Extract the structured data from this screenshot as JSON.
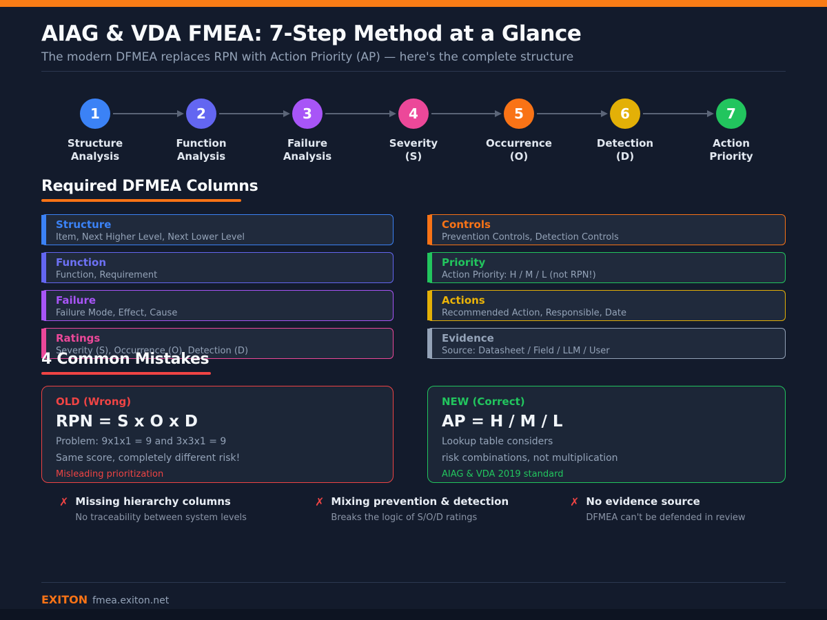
{
  "header": {
    "title": "AIAG & VDA FMEA: 7-Step Method at a Glance",
    "subtitle": "The modern DFMEA replaces RPN with Action Priority (AP) — here's the complete structure"
  },
  "colors": {
    "background": "#131b2c",
    "top_bar": "#f97c16",
    "accent_blue": "#3b82f6",
    "accent_indigo": "#6366f1",
    "accent_purple": "#a855f7",
    "accent_pink": "#ec4899",
    "accent_orange": "#f97316",
    "accent_yellow": "#eab308",
    "accent_green": "#22c55e",
    "accent_slate": "#94a3b8",
    "accent_red": "#ef4444"
  },
  "steps": [
    {
      "num": "1",
      "label1": "Structure",
      "label2": "Analysis",
      "color": "#3b82f6"
    },
    {
      "num": "2",
      "label1": "Function",
      "label2": "Analysis",
      "color": "#6366f1"
    },
    {
      "num": "3",
      "label1": "Failure",
      "label2": "Analysis",
      "color": "#a855f7"
    },
    {
      "num": "4",
      "label1": "Severity",
      "label2": "(S)",
      "color": "#ec4899"
    },
    {
      "num": "5",
      "label1": "Occurrence",
      "label2": "(O)",
      "color": "#f97316"
    },
    {
      "num": "6",
      "label1": "Detection",
      "label2": "(D)",
      "color": "#eab308"
    },
    {
      "num": "7",
      "label1": "Action",
      "label2": "Priority",
      "color": "#22c55e"
    }
  ],
  "columns_section": {
    "heading": "Required DFMEA Columns",
    "left": [
      {
        "title": "Structure",
        "desc": "Item, Next Higher Level, Next Lower Level",
        "color": "#3b82f6"
      },
      {
        "title": "Function",
        "desc": "Function, Requirement",
        "color": "#6366f1"
      },
      {
        "title": "Failure",
        "desc": "Failure Mode, Effect, Cause",
        "color": "#a855f7"
      },
      {
        "title": "Ratings",
        "desc": "Severity (S), Occurrence (O), Detection (D)",
        "color": "#ec4899"
      }
    ],
    "right": [
      {
        "title": "Controls",
        "desc": "Prevention Controls, Detection Controls",
        "color": "#f97316"
      },
      {
        "title": "Priority",
        "desc": "Action Priority: H / M / L (not RPN!)",
        "color": "#22c55e"
      },
      {
        "title": "Actions",
        "desc": "Recommended Action, Responsible, Date",
        "color": "#eab308"
      },
      {
        "title": "Evidence",
        "desc": "Source: Datasheet / Field / LLM / User",
        "color": "#94a3b8"
      }
    ]
  },
  "mistakes_section": {
    "heading": "4 Common Mistakes",
    "old_box": {
      "label": "OLD (Wrong)",
      "formula": "RPN = S x O x D",
      "line1": "Problem: 9x1x1 = 9 and 3x3x1 = 9",
      "line2": "Same score, completely different risk!",
      "note": "Misleading prioritization"
    },
    "new_box": {
      "label": "NEW (Correct)",
      "formula": "AP = H / M / L",
      "line1": "Lookup table considers",
      "line2": "risk combinations, not multiplication",
      "note": "AIAG & VDA 2019 standard"
    },
    "mark": "✗",
    "items": [
      {
        "title": "Missing hierarchy columns",
        "desc": "No traceability between system levels"
      },
      {
        "title": "Mixing prevention & detection",
        "desc": "Breaks the logic of S/O/D ratings"
      },
      {
        "title": "No evidence source",
        "desc": "DFMEA can't be defended in review"
      }
    ]
  },
  "footer": {
    "brand": "EXITON",
    "url": "fmea.exiton.net"
  }
}
